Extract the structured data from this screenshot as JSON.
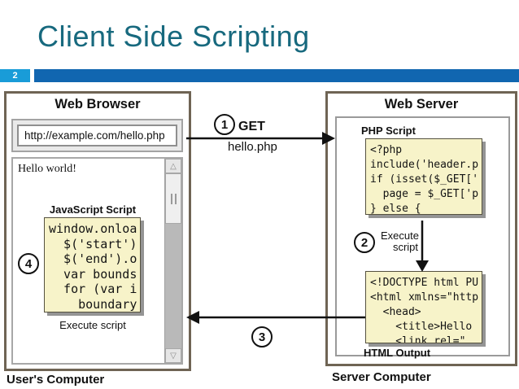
{
  "slide": {
    "title": "Client Side Scripting",
    "page_number": "2"
  },
  "browser": {
    "window_title": "Web Browser",
    "url": "http://example.com/hello.php",
    "page_text": "Hello world!",
    "script_label": "JavaScript Script",
    "script_code": "window.onloa\n  $('start')\n  $('end').o\n  var bounds\n  for (var i\n    boundary",
    "execute_label": "Execute script",
    "computer_label": "User's Computer"
  },
  "server": {
    "window_title": "Web Server",
    "php_label": "PHP Script",
    "php_code": "<?php\ninclude('header.p\nif (isset($_GET['\n  page = $_GET['p\n} else {",
    "execute_line1": "Execute",
    "execute_line2": "script",
    "html_code": "<!DOCTYPE html PU\n<html xmlns=\"http\n  <head>\n    <title>Hello\n    <link rel=\"",
    "html_label": "HTML Output",
    "computer_label": "Server Computer"
  },
  "steps": {
    "one": {
      "number": "1",
      "label": "GET",
      "sublabel": "hello.php"
    },
    "two": {
      "number": "2"
    },
    "three": {
      "number": "3"
    },
    "four": {
      "number": "4"
    }
  },
  "icons": {
    "scroll_up_glyph": "△",
    "scroll_down_glyph": "▽"
  },
  "colors": {
    "title_teal": "#17697e",
    "page_number_blue": "#199cd8",
    "page_bar_blue": "#1166b0",
    "frame_brown": "#6f6454",
    "code_bg_yellow": "#f7f3c9",
    "code_shadow_gray": "#949494"
  }
}
